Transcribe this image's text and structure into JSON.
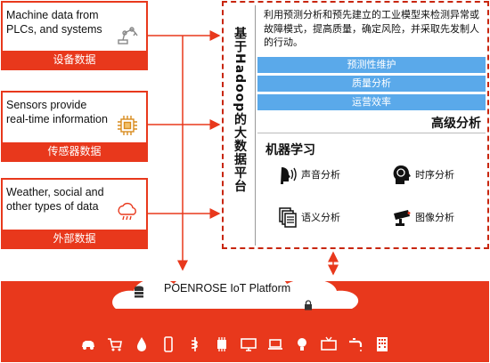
{
  "sources": [
    {
      "text": "Machine data from PLCs, and systems",
      "label": "设备数据",
      "icon": "robot-arm-icon"
    },
    {
      "text": "Sensors provide real-time information",
      "label": "传感器数据",
      "icon": "chip-icon"
    },
    {
      "text": "Weather, social and other types of data",
      "label": "外部数据",
      "icon": "weather-icon"
    }
  ],
  "platform": {
    "vertical_title": "基于Hadoop的大数据平台",
    "description": "利用预测分析和预先建立的工业模型来检测异常或故障模式，提高质量，确定风险，并采取先发制人的行动。",
    "advanced": {
      "bars": [
        "预测性维护",
        "质量分析",
        "运营效率"
      ],
      "title": "高级分析"
    },
    "ml": {
      "title": "机器学习",
      "items": [
        {
          "label": "声音分析",
          "icon": "sound-icon"
        },
        {
          "label": "时序分析",
          "icon": "brain-head-icon"
        },
        {
          "label": "语义分析",
          "icon": "documents-icon"
        },
        {
          "label": "图像分析",
          "icon": "camera-icon"
        }
      ]
    }
  },
  "iot": {
    "label": "POENROSE IoT Platform",
    "icons": [
      "car-icon",
      "cart-icon",
      "drop-icon",
      "phone-icon",
      "medical-icon",
      "chip-icon",
      "pc-icon",
      "laptop-icon",
      "bulb-icon",
      "tv-icon",
      "faucet-icon",
      "building-icon"
    ]
  },
  "colors": {
    "accent": "#e8381c",
    "bar": "#5aa9ea"
  }
}
